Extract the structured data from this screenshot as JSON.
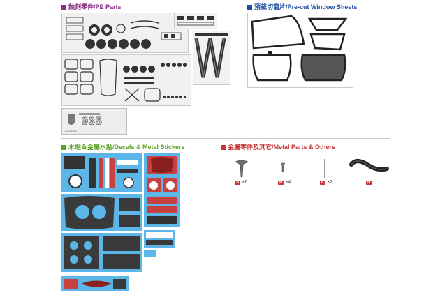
{
  "sections": {
    "pe": {
      "title": "蝕刻零件/PE Parts",
      "color": "#8a2e86"
    },
    "windows": {
      "title": "預裁切窗片/Pre-cut Window Sheets",
      "color": "#1f4fa1"
    },
    "decals": {
      "title": "水貼＆金屬水貼/Decals & Metal Stickers",
      "color": "#5aa324"
    },
    "metal": {
      "title": "金屬零件及其它/Metal Parts & Others",
      "color": "#c63434"
    }
  },
  "plate": {
    "number": "935",
    "brand": "BUILT BY"
  },
  "metal_parts": [
    {
      "label": "A",
      "qty": "×6",
      "icon": "rivet-icon"
    },
    {
      "label": "B",
      "qty": "×4",
      "icon": "pin-icon"
    },
    {
      "label": "C",
      "qty": "×2",
      "icon": "rod-icon"
    },
    {
      "label": "D",
      "qty": "",
      "icon": "rubber-tube-icon"
    }
  ]
}
